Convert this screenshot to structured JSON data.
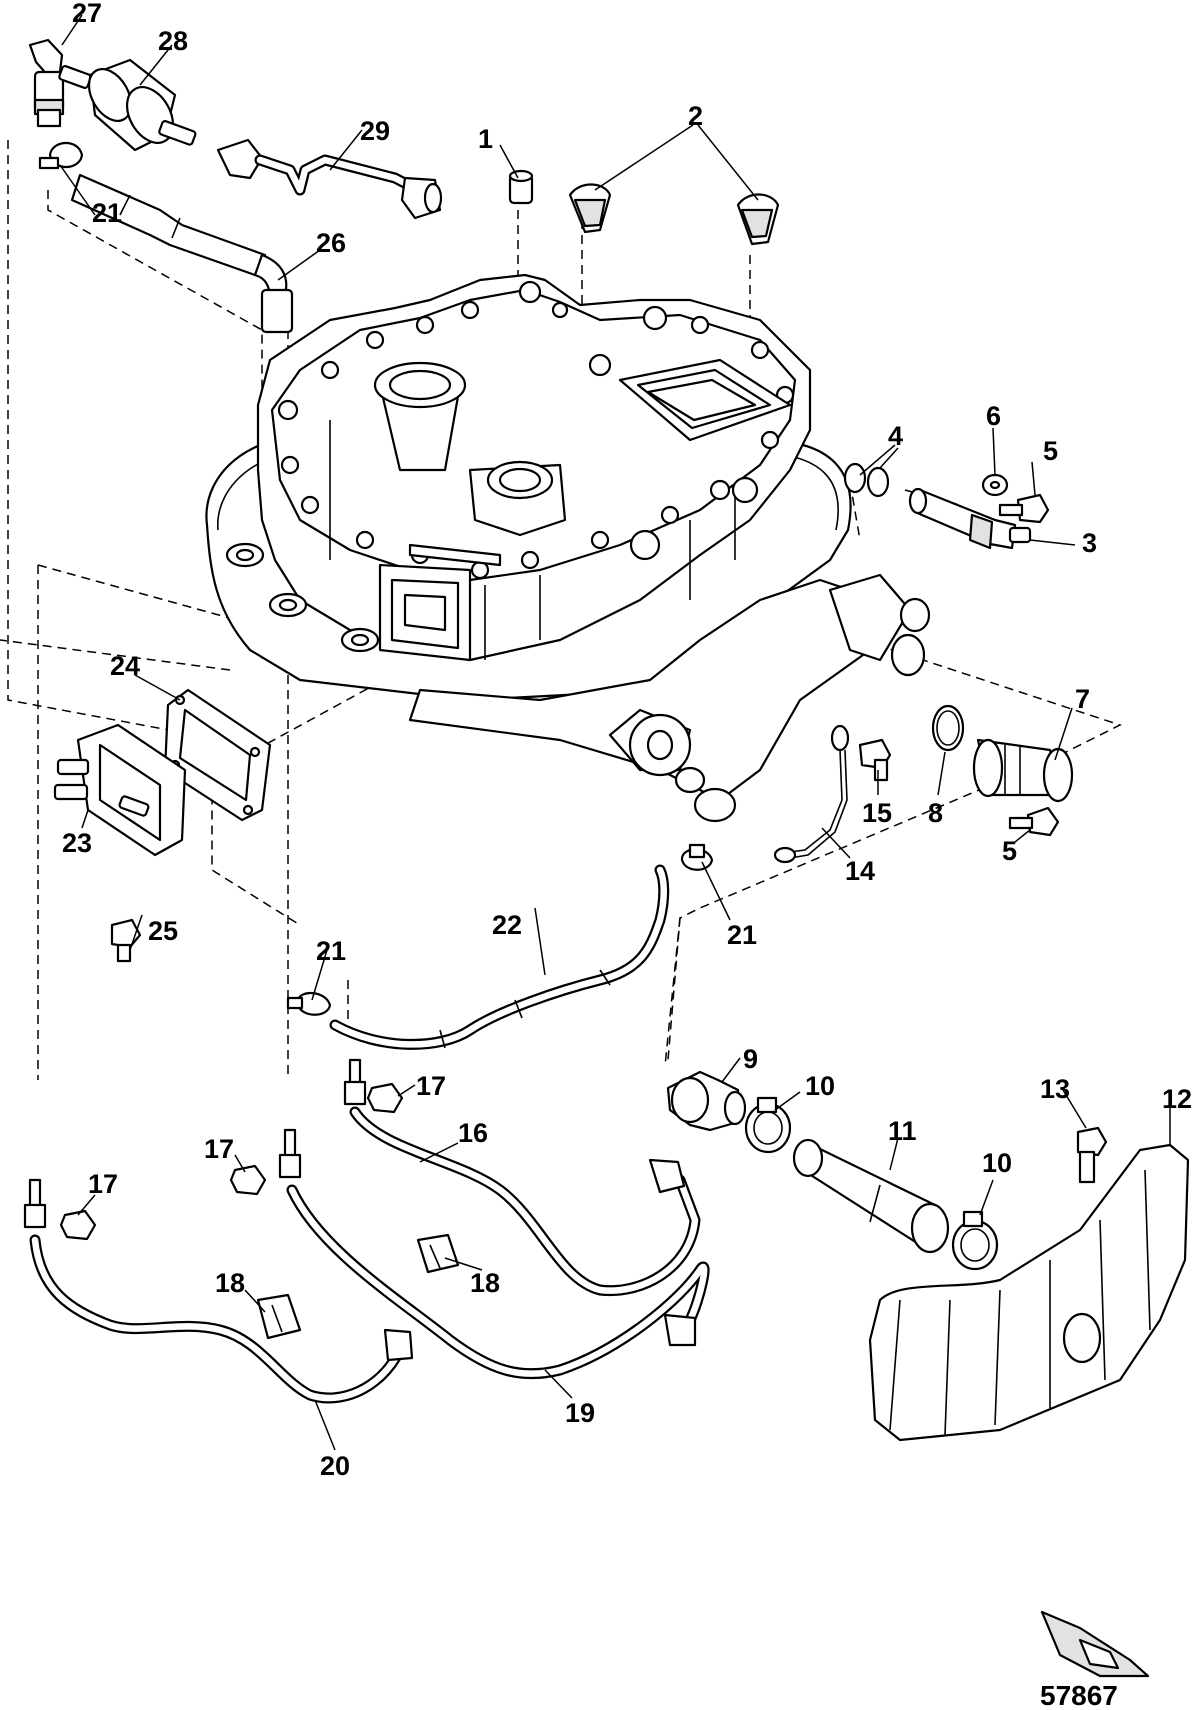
{
  "figure_number": "57867",
  "callouts": {
    "c1": "1",
    "c2": "2",
    "c3": "3",
    "c4": "4",
    "c5": "5",
    "c6": "6",
    "c7": "7",
    "c8": "8",
    "c9": "9",
    "c10": "10",
    "c11": "11",
    "c12": "12",
    "c13": "13",
    "c14": "14",
    "c15": "15",
    "c16": "16",
    "c17": "17",
    "c18": "18",
    "c19": "19",
    "c20": "20",
    "c21": "21",
    "c22": "22",
    "c23": "23",
    "c24": "24",
    "c25": "25",
    "c26": "26",
    "c27": "27",
    "c28": "28",
    "c29": "29"
  }
}
